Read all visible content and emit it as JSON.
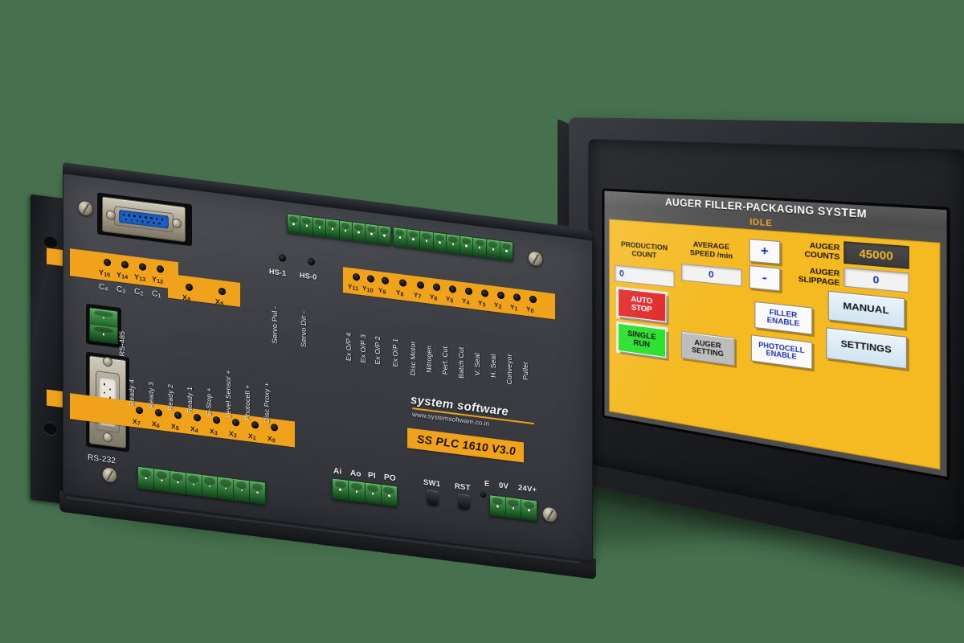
{
  "device": {
    "brand": "system software",
    "website": "www.systemsoftware.co.in",
    "model": "SS PLC 1610 V3.0"
  },
  "plc": {
    "ports": {
      "rs485": "RS-485",
      "rs232": "RS-232"
    },
    "relay_commons": [
      "C4",
      "C3",
      "C2",
      "C1"
    ],
    "relay_outputs": [
      "Y15",
      "Y14",
      "Y13",
      "Y12"
    ],
    "extra_inputs": [
      "X8",
      "X9"
    ],
    "high_speed": [
      {
        "pin": "HS-1",
        "label": "Servo Pul -"
      },
      {
        "pin": "HS-0",
        "label": "Servo Dir -"
      }
    ],
    "outputs": [
      {
        "pin": "Y11",
        "label": "Ex O/P 4"
      },
      {
        "pin": "Y10",
        "label": "Ex O/P 3"
      },
      {
        "pin": "Y9",
        "label": "Ex O/P 2"
      },
      {
        "pin": "Y8",
        "label": "Ex O/P 1"
      },
      {
        "pin": "Y7",
        "label": "Disc Motor"
      },
      {
        "pin": "Y6",
        "label": "Nitrogen"
      },
      {
        "pin": "Y5",
        "label": "Perf. Cut"
      },
      {
        "pin": "Y4",
        "label": "Batch Cut"
      },
      {
        "pin": "Y3",
        "label": "V. Seal"
      },
      {
        "pin": "Y2",
        "label": "H. Seal"
      },
      {
        "pin": "Y1",
        "label": "Conveyor"
      },
      {
        "pin": "Y0",
        "label": "Puller"
      }
    ],
    "inputs": [
      {
        "pin": "X7",
        "label": "Ready 4"
      },
      {
        "pin": "X6",
        "label": "Ready 3"
      },
      {
        "pin": "X5",
        "label": "Ready 2"
      },
      {
        "pin": "X4",
        "label": "Ready 1"
      },
      {
        "pin": "X3",
        "label": "E-Stop +"
      },
      {
        "pin": "X2",
        "label": "Level Sensor +"
      },
      {
        "pin": "X1",
        "label": "Photocell +"
      },
      {
        "pin": "X0",
        "label": "Disc Proxy +"
      }
    ],
    "analog": [
      "Ai",
      "Ao",
      "PI",
      "PO"
    ],
    "switches": [
      "SW1",
      "RST"
    ],
    "power": [
      "E",
      "0V",
      "24V+"
    ]
  },
  "hmi": {
    "title": "AUGER FILLER-PACKAGING SYSTEM",
    "status": "IDLE",
    "fields": [
      {
        "label": "PRODUCTION\nCOUNT",
        "value": "0"
      },
      {
        "label": "AVERAGE\nSPEED /min",
        "value": "0"
      },
      {
        "label": "AUGER\nCOUNTS",
        "value": "45000"
      },
      {
        "label": "AUGER\nSLIPPAGE",
        "value": "0"
      }
    ],
    "production_count_label_l1": "PRODUCTION",
    "production_count_label_l2": "COUNT",
    "production_count_value": "0",
    "average_speed_label_l1": "AVERAGE",
    "average_speed_label_l2": "SPEED /min",
    "average_speed_value": "0",
    "auger_counts_label_l1": "AUGER",
    "auger_counts_label_l2": "COUNTS",
    "auger_counts_value": "45000",
    "auger_slippage_label_l1": "AUGER",
    "auger_slippage_label_l2": "SLIPPAGE",
    "auger_slippage_value": "0",
    "plus_label": "+",
    "minus_label": "-",
    "buttons": {
      "auto_stop_l1": "AUTO",
      "auto_stop_l2": "STOP",
      "single_run_l1": "SINGLE",
      "single_run_l2": "RUN",
      "auger_setting_l1": "AUGER",
      "auger_setting_l2": "SETTING",
      "filler_enable_l1": "FILLER",
      "filler_enable_l2": "ENABLE",
      "photocell_enable_l1": "PHOTOCELL",
      "photocell_enable_l2": "ENABLE",
      "manual": "MANUAL",
      "settings": "SETTINGS"
    }
  },
  "colors": {
    "background": "#46704E",
    "accent_orange": "#F0A21B",
    "hmi_yellow": "#F5B921",
    "stop_red": "#E02626",
    "run_green": "#27E028",
    "value_blue": "#1A2EC0",
    "amber_text": "#F0B830"
  }
}
